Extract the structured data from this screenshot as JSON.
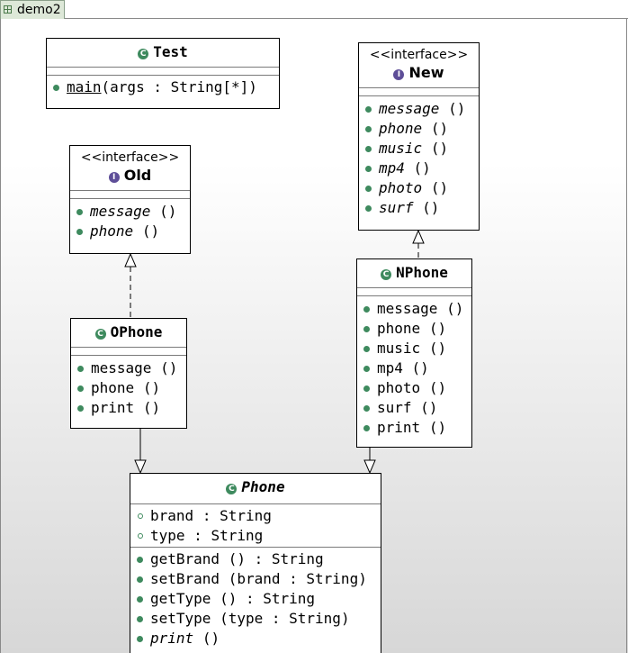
{
  "tab": {
    "label": "demo2"
  },
  "classes": {
    "test": {
      "name": "Test",
      "methods": [
        {
          "name": "main",
          "params": "(args : String[*])"
        }
      ]
    },
    "new": {
      "stereotype": "<<interface>>",
      "name": "New",
      "methods": [
        {
          "name": "message",
          "params": "()"
        },
        {
          "name": "phone",
          "params": "()"
        },
        {
          "name": "music",
          "params": "()"
        },
        {
          "name": "mp4",
          "params": "()"
        },
        {
          "name": "photo",
          "params": "()"
        },
        {
          "name": "surf",
          "params": "()"
        }
      ]
    },
    "old": {
      "stereotype": "<<interface>>",
      "name": "Old",
      "methods": [
        {
          "name": "message",
          "params": "()"
        },
        {
          "name": "phone",
          "params": "()"
        }
      ]
    },
    "nphone": {
      "name": "NPhone",
      "methods": [
        {
          "name": "message",
          "params": "()"
        },
        {
          "name": "phone",
          "params": "()"
        },
        {
          "name": "music",
          "params": "()"
        },
        {
          "name": "mp4",
          "params": "()"
        },
        {
          "name": "photo",
          "params": "()"
        },
        {
          "name": "surf",
          "params": "()"
        },
        {
          "name": "print",
          "params": "()"
        }
      ]
    },
    "ophone": {
      "name": "OPhone",
      "methods": [
        {
          "name": "message",
          "params": "()"
        },
        {
          "name": "phone",
          "params": "()"
        },
        {
          "name": "print",
          "params": "()"
        }
      ]
    },
    "phone": {
      "name": "Phone",
      "attributes": [
        {
          "name": "brand",
          "params": " : String"
        },
        {
          "name": "type",
          "params": " : String"
        }
      ],
      "methods": [
        {
          "name": "getBrand",
          "params": "() : String"
        },
        {
          "name": "setBrand",
          "params": "(brand : String)"
        },
        {
          "name": "getType",
          "params": "() : String"
        },
        {
          "name": "setType",
          "params": "(type : String)"
        },
        {
          "name": "print",
          "params": "()"
        }
      ]
    }
  },
  "icons": {
    "class_icon": "C",
    "interface_icon": "I"
  },
  "colors": {
    "class_icon": "#3e8a5e",
    "interface_icon": "#5e4e98"
  }
}
